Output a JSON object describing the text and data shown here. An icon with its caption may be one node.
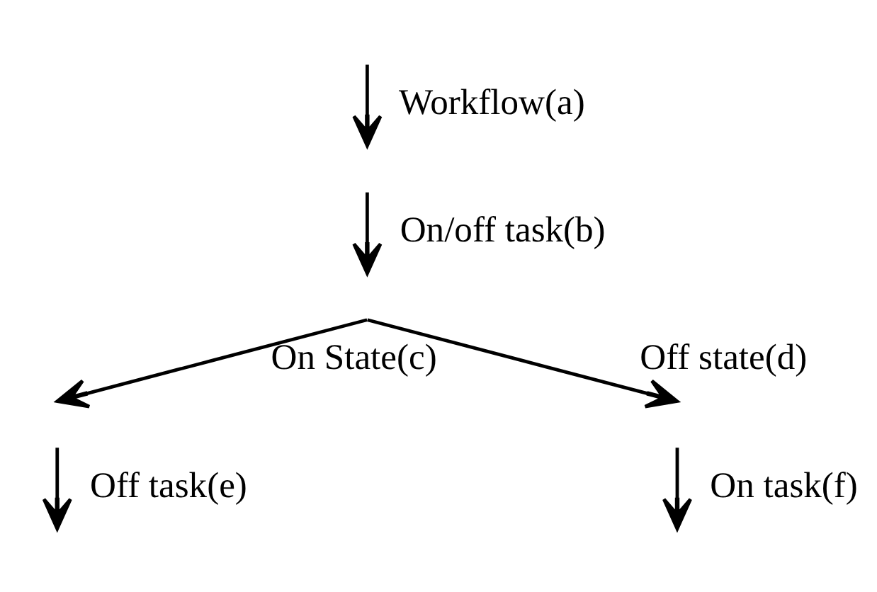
{
  "diagram": {
    "labels": [
      "Workflow(a)",
      "On/off task(b)",
      "On State(c)",
      "Off state(d)",
      "Off task(e)",
      "On task(f)"
    ]
  }
}
